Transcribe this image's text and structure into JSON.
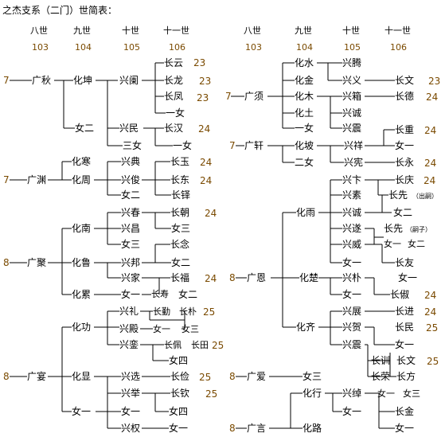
{
  "title": "之杰支系（二门）世简表：",
  "generations": [
    {
      "label": "八世",
      "num": "103"
    },
    {
      "label": "九世",
      "num": "104"
    },
    {
      "label": "十世",
      "num": "105"
    },
    {
      "label": "十一世",
      "num": "106"
    }
  ],
  "labels": {
    "n1": "广秋",
    "n2": "化坤",
    "n3": "女二",
    "n4": "兴阑",
    "n5": "长云",
    "n6": "长龙",
    "n7": "长凤",
    "n8": "一女",
    "n9": "兴民",
    "n10": "长汉",
    "n11": "三女",
    "n12": "一女",
    "n13": "化寒",
    "n14": "广渊",
    "n15": "化周",
    "n16": "兴典",
    "n17": "长玉",
    "n18": "兴俊",
    "n19": "长东",
    "n20": "女二",
    "n21": "长铎",
    "n22": "兴春",
    "n23": "长朝",
    "n24": "兴昌",
    "n25": "女三",
    "n26": "女三",
    "n27": "长念",
    "n28": "化南",
    "n29": "广聚",
    "n30": "化鲁",
    "n31": "兴邦",
    "n32": "女二",
    "n33": "兴家",
    "n34": "长福",
    "n35": "化累",
    "n36": "女一",
    "n37": "长寿",
    "n38": "女二",
    "n39": "化功",
    "n40": "兴礼",
    "n41": "长勤",
    "n42": "长朴",
    "n43": "兴殿",
    "n44": "女一",
    "n45": "女三",
    "n46": "兴銮",
    "n47": "长佩",
    "n48": "长田",
    "n49": "女四",
    "n50": "广宴",
    "n51": "化显",
    "n52": "兴选",
    "n53": "长俭",
    "n54": "兴举",
    "n55": "长钦",
    "n56": "女一",
    "n57": "女一",
    "n58": "女四",
    "n59": "兴权",
    "n60": "女一",
    "r1": "化水",
    "r2": "兴腾",
    "r3": "化金",
    "r4": "兴义",
    "r5": "长文",
    "r6": "广须",
    "r7": "化木",
    "r8": "兴箱",
    "r9": "长德",
    "r10": "化土",
    "r11": "兴诚",
    "r12": "一女",
    "r13": "兴震",
    "r14": "广轩",
    "r15": "化坡",
    "r16": "兴祥",
    "r17": "长重",
    "r18": "女一",
    "r19": "二女",
    "r20": "兴宪",
    "r21": "长永",
    "r22": "兴卞",
    "r23": "长庆",
    "r24": "兴素",
    "r25": "长先",
    "r26": "女二",
    "r27": "化雨",
    "r28": "兴诚",
    "r29": "兴遂",
    "r30": "长先",
    "r31": "女一",
    "r32": "女二",
    "r33": "兴威",
    "r34": "长友",
    "r35": "女一",
    "r36": "广恩",
    "r37": "化楚",
    "r38": "兴朴",
    "r39": "女一",
    "r40": "女一",
    "r41": "长俶",
    "r42": "兴展",
    "r43": "长进",
    "r44": "化齐",
    "r45": "兴贺",
    "r46": "长民",
    "r47": "女一",
    "r48": "兴震",
    "r49": "长训",
    "r50": "长文",
    "r51": "长荣",
    "r52": "长方",
    "r53": "广爱",
    "r54": "女三",
    "r55": "化行",
    "r56": "兴绰",
    "r57": "女一",
    "r58": "女三",
    "r59": "女一",
    "r60": "长金",
    "r61": "广言",
    "r62": "化路",
    "r63": "女一"
  },
  "numbers": {
    "d1": "7",
    "d2": "23",
    "d3": "23",
    "d4": "23",
    "d5": "24",
    "d6": "7",
    "d7": "24",
    "d8": "24",
    "d9": "24",
    "d10": "8",
    "d11": "24",
    "d12": "25",
    "d13": "25",
    "d14": "8",
    "d15": "25",
    "d16": "25",
    "e1": "23",
    "e2": "7",
    "e3": "24",
    "e4": "7",
    "e5": "24",
    "e6": "24",
    "e7": "24",
    "e8": "8",
    "e9": "24",
    "e10": "24",
    "e11": "25",
    "e12": "25",
    "e13": "8",
    "e14": "8"
  },
  "tiny": {
    "t1": "（出嗣）",
    "t2": "（嗣子）"
  }
}
